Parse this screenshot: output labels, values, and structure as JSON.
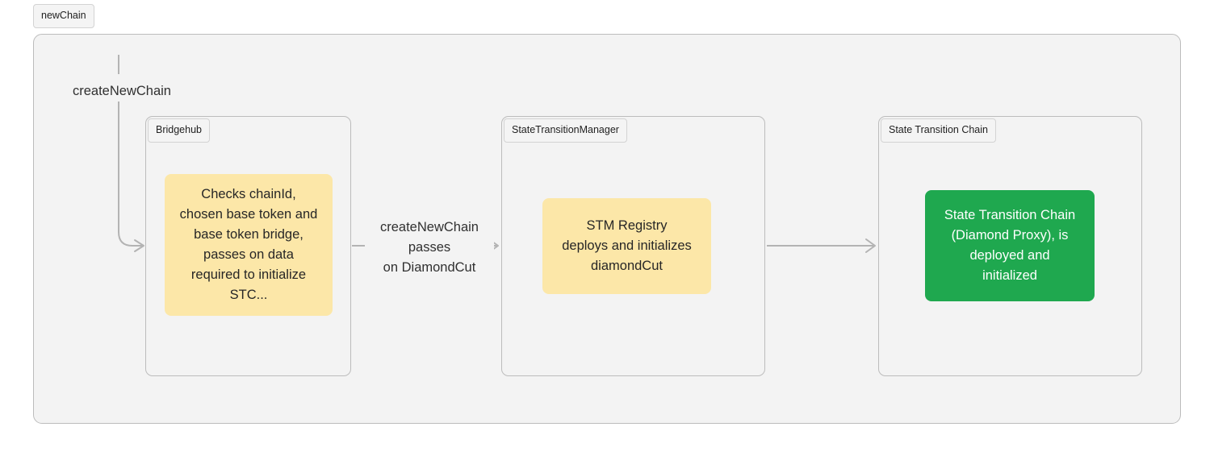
{
  "diagram": {
    "root_label": "newChain",
    "clusters": [
      {
        "id": "bridgehub",
        "label": "Bridgehub"
      },
      {
        "id": "stm",
        "label": "StateTransitionManager"
      },
      {
        "id": "stc",
        "label": "State Transition Chain"
      }
    ],
    "nodes": [
      {
        "id": "bridgehub-check",
        "text": "Checks chainId,\nchosen base token and\nbase token bridge,\npasses on data\nrequired to initialize\nSTC...",
        "fill": "#fce7a8",
        "text_color": "#262626"
      },
      {
        "id": "stm-registry",
        "text": "STM Registry\ndeploys and initializes\ndiamondCut",
        "fill": "#fce7a8",
        "text_color": "#262626"
      },
      {
        "id": "stc-diamond",
        "text": "State Transition Chain\n(Diamond Proxy), is\ndeployed and\ninitialized",
        "fill": "#1fa84f",
        "text_color": "#ffffff"
      }
    ],
    "edges": [
      {
        "id": "edge-newchain-to-bridgehub",
        "label": "createNewChain",
        "from": "newChain",
        "to": "bridgehub-check"
      },
      {
        "id": "edge-bridgehub-to-stm",
        "label": "createNewChain\npasses\non DiamondCut",
        "from": "bridgehub-check",
        "to": "stm-registry"
      },
      {
        "id": "edge-stm-to-stc",
        "label": "",
        "from": "stm-registry",
        "to": "stc-diamond"
      }
    ],
    "colors": {
      "canvas": "#ffffff",
      "cluster_fill": "#f3f3f3",
      "cluster_stroke": "#bcbcbc",
      "edge_stroke": "#b3b3b3",
      "accent_yellow": "#fce7a8",
      "accent_green": "#1fa84f"
    }
  }
}
